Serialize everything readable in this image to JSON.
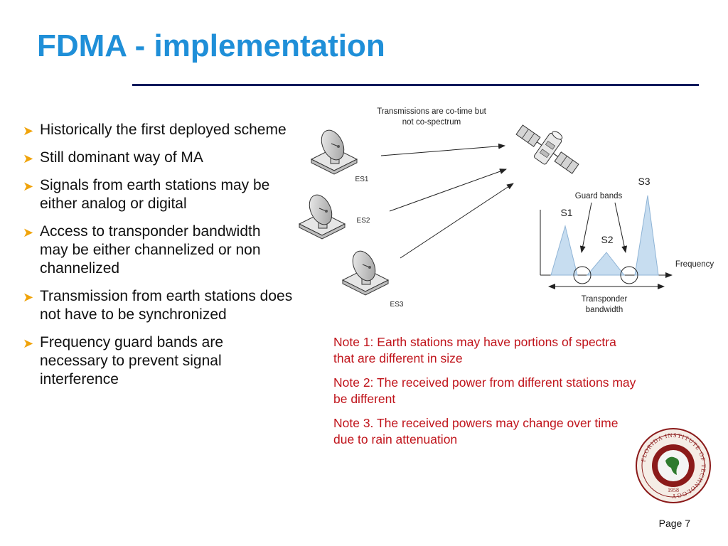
{
  "slide": {
    "title": "FDMA - implementation",
    "page_label": "Page 7"
  },
  "bullets": [
    "Historically the first deployed scheme",
    "Still dominant way of MA",
    "Signals from earth stations may be either analog or digital",
    "Access to transponder bandwidth may be either channelized or non channelized",
    "Transmission from earth stations does not have to be synchronized",
    "Frequency guard bands are necessary to prevent signal interference"
  ],
  "bullet_icon": "arrow-right-icon",
  "diagram": {
    "caption_line1": "Transmissions are co-time but",
    "caption_line2": "not co-spectrum",
    "stations": [
      "ES1",
      "ES2",
      "ES3"
    ],
    "signals": [
      "S1",
      "S2",
      "S3"
    ],
    "guard_bands_label": "Guard bands",
    "frequency_label": "Frequency",
    "bandwidth_line1": "Transponder",
    "bandwidth_line2": "bandwidth"
  },
  "notes": [
    "Note 1: Earth stations may have portions of spectra that are different in size",
    "Note 2: The received power from different stations may be different",
    "Note 3.  The received powers may change over time due to rain attenuation"
  ],
  "seal": {
    "text": "FLORIDA INSTITUTE OF TECHNOLOGY",
    "year": "1958"
  },
  "colors": {
    "title": "#1f8fd8",
    "rule": "#0b1a5c",
    "bullet_arrow": "#f0a30a",
    "notes": "#c0141b",
    "seal": "#8b1a1a"
  }
}
